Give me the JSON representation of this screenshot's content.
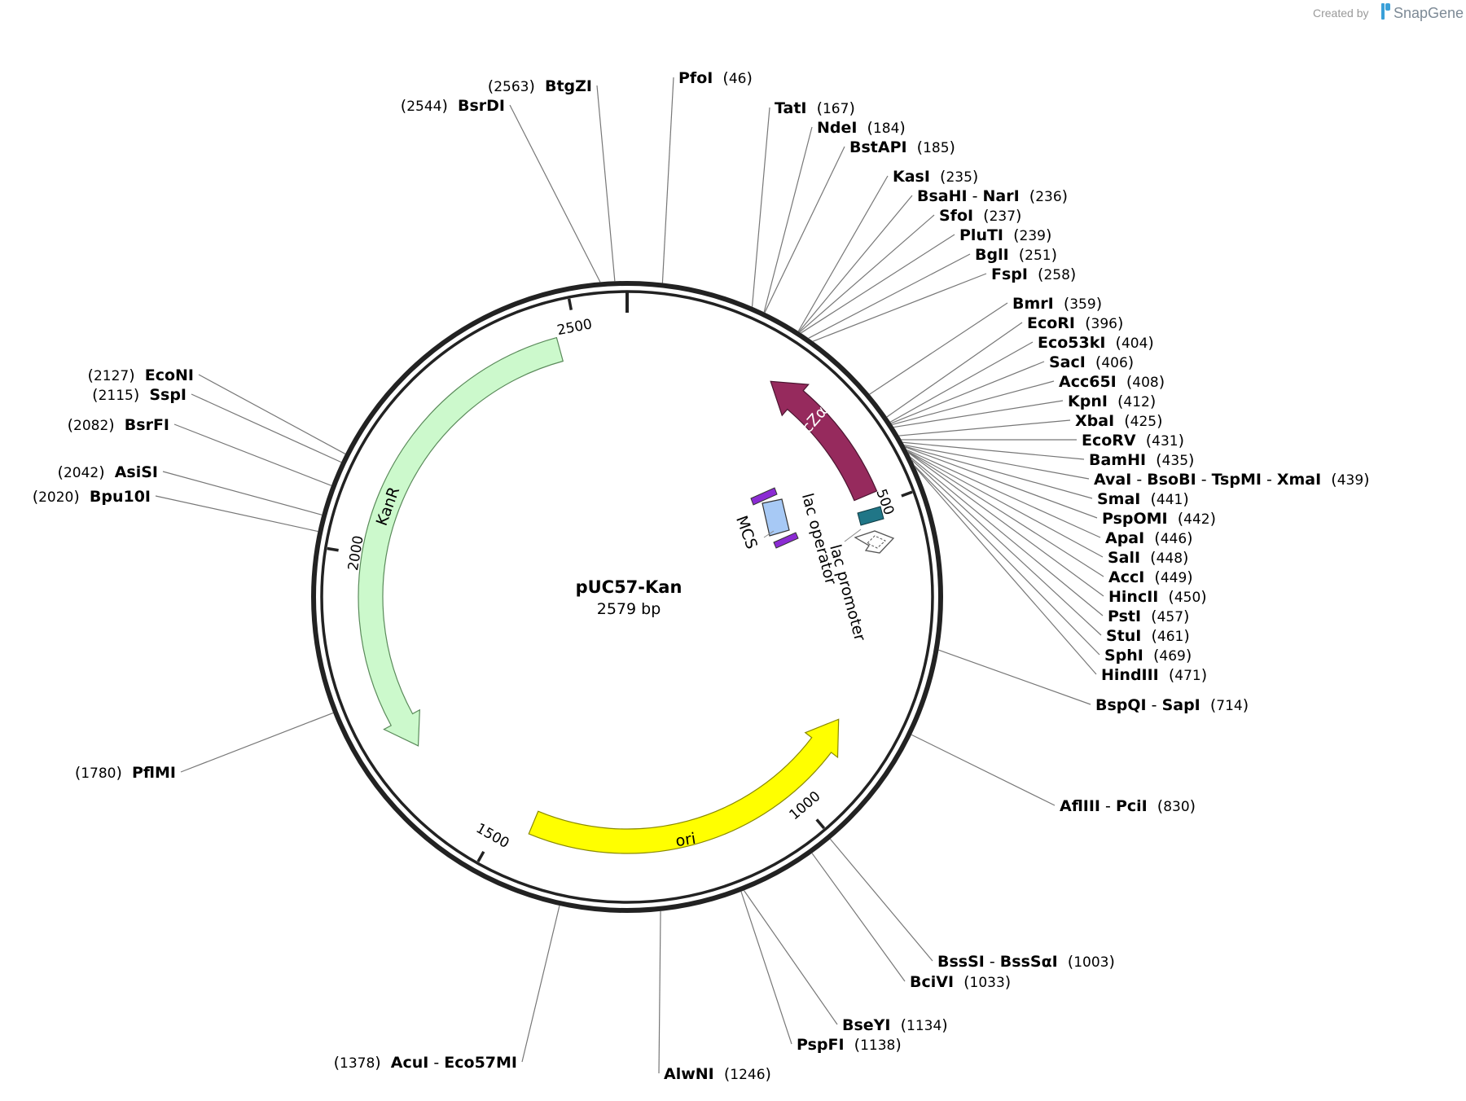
{
  "plasmid": {
    "name": "pUC57-Kan",
    "size_label": "2579 bp",
    "length": 2579
  },
  "credit": {
    "prefix": "Created by",
    "brand": "SnapGene"
  },
  "ticks": [
    "500",
    "1000",
    "1500",
    "2000",
    "2500"
  ],
  "features": [
    {
      "name": "lacZα",
      "color": "#962a5d",
      "label_color": "#ffffff",
      "start": 241,
      "end": 480,
      "strand": "reverse"
    },
    {
      "name": "KanR",
      "color": "#ccf9cc",
      "label_color": "#000000",
      "start": 1680,
      "end": 2470,
      "strand": "reverse"
    },
    {
      "name": "ori",
      "color": "#ffff00",
      "label_color": "#000000",
      "start": 860,
      "end": 1451,
      "strand": "reverse"
    },
    {
      "name": "MCS",
      "color": "#a7c9f5",
      "label_color": "#000000"
    },
    {
      "name": "lac operator",
      "color": "#207687",
      "label_color": "#000000"
    },
    {
      "name": "lac promoter",
      "color": "#ffffff",
      "label_color": "#000000"
    }
  ],
  "sites": [
    {
      "names": [
        "BtgZI"
      ],
      "position": "2563"
    },
    {
      "names": [
        "BsrDI"
      ],
      "position": "2544"
    },
    {
      "names": [
        "PfoI"
      ],
      "position": "46"
    },
    {
      "names": [
        "TatI"
      ],
      "position": "167"
    },
    {
      "names": [
        "NdeI"
      ],
      "position": "184"
    },
    {
      "names": [
        "BstAPI"
      ],
      "position": "185"
    },
    {
      "names": [
        "KasI"
      ],
      "position": "235"
    },
    {
      "names": [
        "BsaHI",
        "NarI"
      ],
      "position": "236"
    },
    {
      "names": [
        "SfoI"
      ],
      "position": "237"
    },
    {
      "names": [
        "PluTI"
      ],
      "position": "239"
    },
    {
      "names": [
        "BglI"
      ],
      "position": "251"
    },
    {
      "names": [
        "FspI"
      ],
      "position": "258"
    },
    {
      "names": [
        "BmrI"
      ],
      "position": "359"
    },
    {
      "names": [
        "EcoRI"
      ],
      "position": "396"
    },
    {
      "names": [
        "Eco53kI"
      ],
      "position": "404"
    },
    {
      "names": [
        "SacI"
      ],
      "position": "406"
    },
    {
      "names": [
        "Acc65I"
      ],
      "position": "408"
    },
    {
      "names": [
        "KpnI"
      ],
      "position": "412"
    },
    {
      "names": [
        "XbaI"
      ],
      "position": "425"
    },
    {
      "names": [
        "EcoRV"
      ],
      "position": "431"
    },
    {
      "names": [
        "BamHI"
      ],
      "position": "435"
    },
    {
      "names": [
        "AvaI",
        "BsoBI",
        "TspMI",
        "XmaI"
      ],
      "position": "439"
    },
    {
      "names": [
        "SmaI"
      ],
      "position": "441"
    },
    {
      "names": [
        "PspOMI"
      ],
      "position": "442"
    },
    {
      "names": [
        "ApaI"
      ],
      "position": "446"
    },
    {
      "names": [
        "SalI"
      ],
      "position": "448"
    },
    {
      "names": [
        "AccI"
      ],
      "position": "449"
    },
    {
      "names": [
        "HincII"
      ],
      "position": "450"
    },
    {
      "names": [
        "PstI"
      ],
      "position": "457"
    },
    {
      "names": [
        "StuI"
      ],
      "position": "461"
    },
    {
      "names": [
        "SphI"
      ],
      "position": "469"
    },
    {
      "names": [
        "HindIII"
      ],
      "position": "471"
    },
    {
      "names": [
        "BspQI",
        "SapI"
      ],
      "position": "714"
    },
    {
      "names": [
        "AflIII",
        "PciI"
      ],
      "position": "830"
    },
    {
      "names": [
        "BssSI",
        "BssSαI"
      ],
      "position": "1003"
    },
    {
      "names": [
        "BciVI"
      ],
      "position": "1033"
    },
    {
      "names": [
        "BseYI"
      ],
      "position": "1134"
    },
    {
      "names": [
        "PspFI"
      ],
      "position": "1138"
    },
    {
      "names": [
        "AlwNI"
      ],
      "position": "1246"
    },
    {
      "names": [
        "AcuI",
        "Eco57MI"
      ],
      "position": "1378"
    },
    {
      "names": [
        "PflMI"
      ],
      "position": "1780"
    },
    {
      "names": [
        "Bpu10I"
      ],
      "position": "2020"
    },
    {
      "names": [
        "AsiSI"
      ],
      "position": "2042"
    },
    {
      "names": [
        "BsrFI"
      ],
      "position": "2082"
    },
    {
      "names": [
        "SspI"
      ],
      "position": "2115"
    },
    {
      "names": [
        "EcoNI"
      ],
      "position": "2127"
    }
  ]
}
